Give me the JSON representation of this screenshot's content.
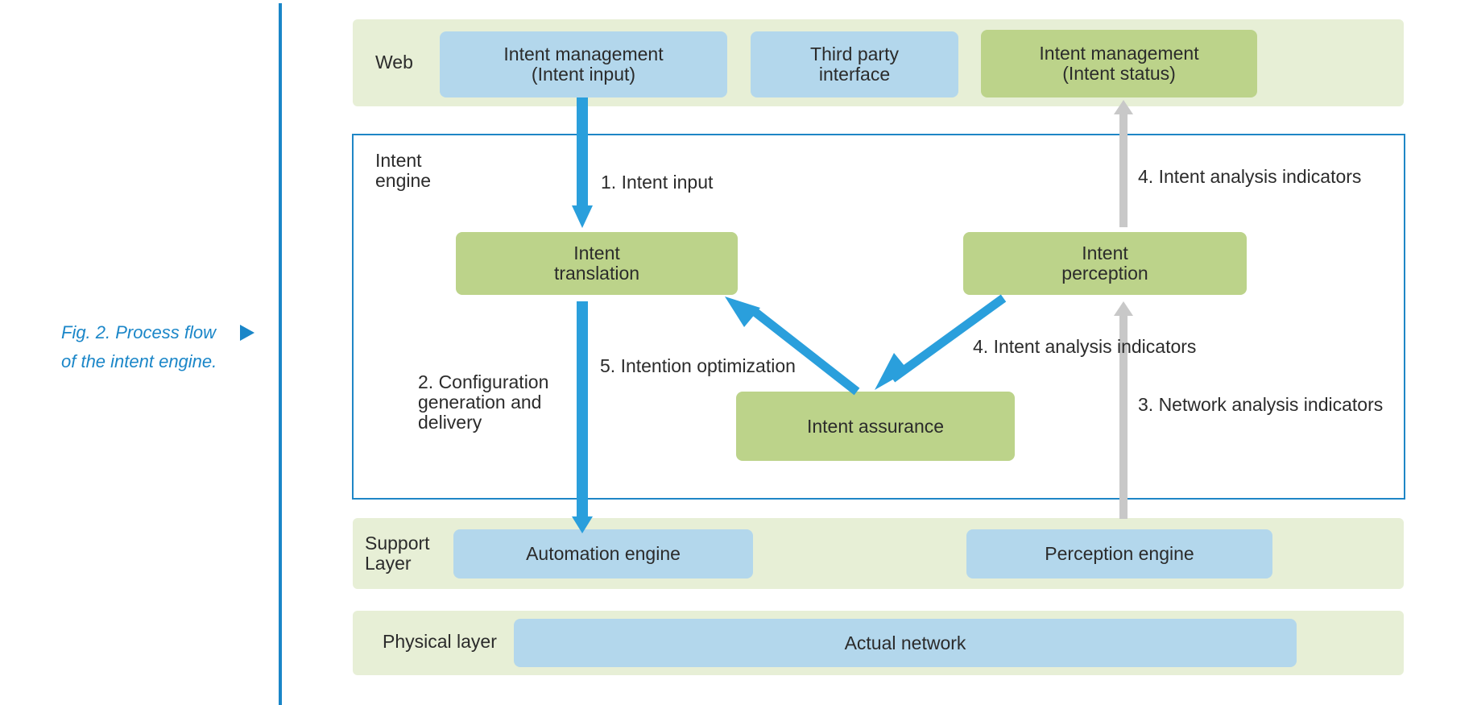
{
  "caption": {
    "line1": "Fig. 2. Process flow",
    "line2": "of the intent engine."
  },
  "web": {
    "label": "Web",
    "boxes": [
      {
        "line1": "Intent management",
        "line2": "(Intent input)"
      },
      {
        "line1": "Third party",
        "line2": "interface"
      },
      {
        "line1": "Intent management",
        "line2": "(Intent status)"
      }
    ]
  },
  "engine": {
    "label_line1": "Intent",
    "label_line2": "engine",
    "translation": {
      "line1": "Intent",
      "line2": "translation"
    },
    "perception": {
      "line1": "Intent",
      "line2": "perception"
    },
    "assurance": "Intent assurance"
  },
  "flows": {
    "intent_input": "1. Intent input",
    "config_line1": "2. Configuration",
    "config_line2": "generation and",
    "config_line3": "delivery",
    "network_analysis": "3. Network analysis indicators",
    "intent_analysis_top": "4. Intent analysis indicators",
    "intent_analysis_mid": "4. Intent analysis indicators",
    "optimization": "5. Intention optimization"
  },
  "support": {
    "label_line1": "Support",
    "label_line2": "Layer",
    "automation": "Automation engine",
    "perception": "Perception engine"
  },
  "physical": {
    "label": "Physical layer",
    "network": "Actual network"
  },
  "colors": {
    "accent_blue": "#1a86c8",
    "arrow_blue": "#2a9fdc",
    "arrow_gray": "#c8c8c8",
    "band_green": "#e7efd6",
    "box_blue": "#b3d7ec",
    "box_green": "#bcd38a"
  }
}
